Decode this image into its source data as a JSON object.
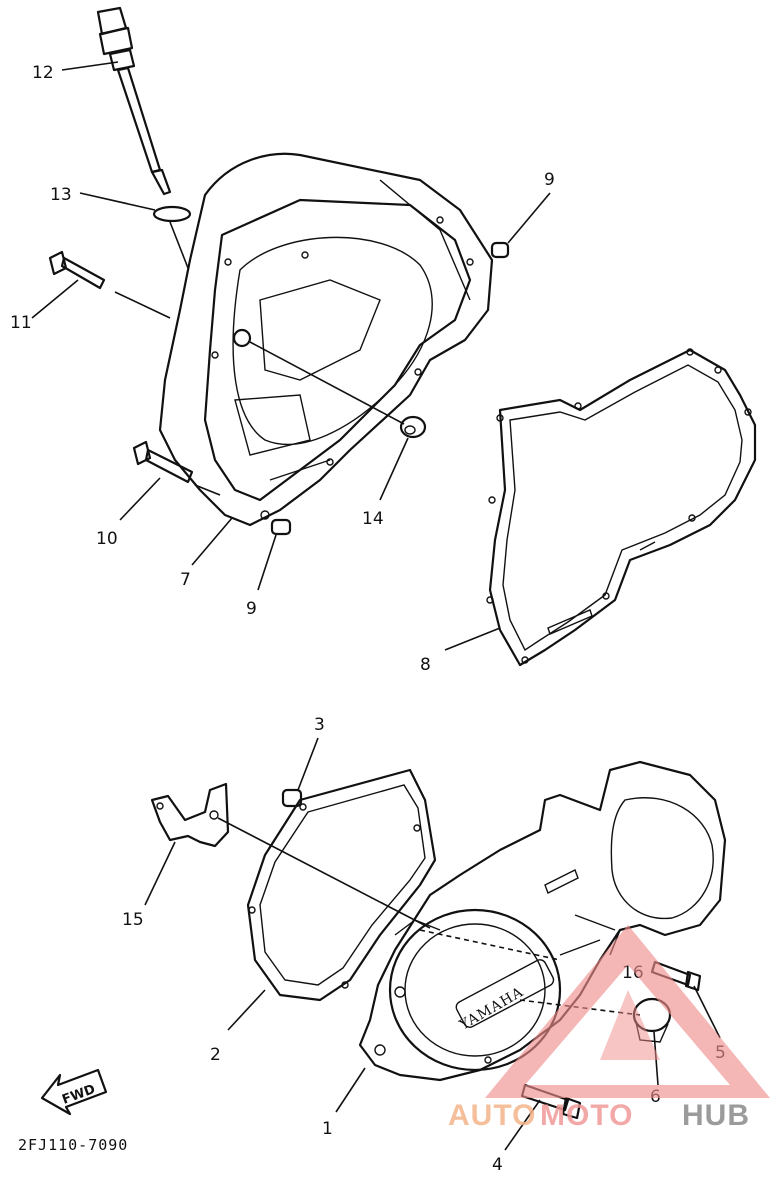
{
  "diagram": {
    "drawing_code": "2FJ110-7090",
    "direction_label": "FWD",
    "brand_embossing": "YAMAHA",
    "watermark": {
      "part1": "AUTO",
      "part2": "MOTO",
      "part3": "HUB"
    },
    "labels": {
      "p1": "1",
      "p2": "2",
      "p3": "3",
      "p4": "4",
      "p5": "5",
      "p6": "6",
      "p7": "7",
      "p8": "8",
      "p9a": "9",
      "p9b": "9",
      "p10": "10",
      "p11": "11",
      "p12": "12",
      "p13": "13",
      "p14": "14",
      "p15": "15",
      "p16": "16"
    }
  }
}
